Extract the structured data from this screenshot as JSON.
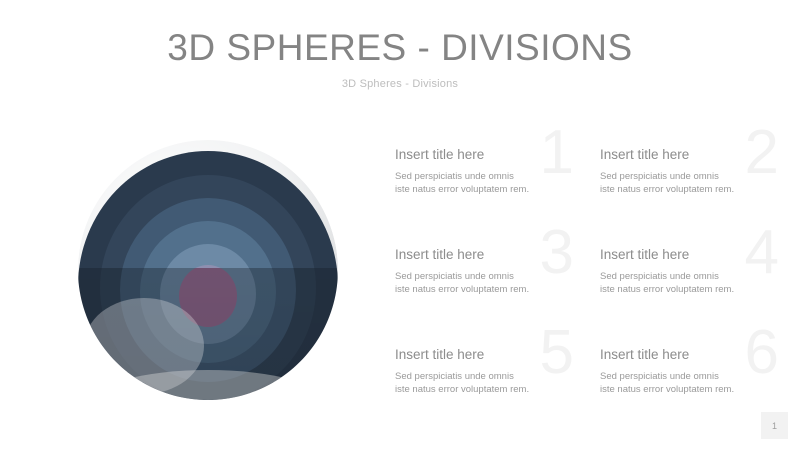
{
  "slide": {
    "title": "3D SPHERES - DIVISIONS",
    "subtitle": "3D Spheres - Divisions",
    "page_number": "1",
    "background_color": "#ffffff",
    "title_color": "#848484",
    "subtitle_color": "#bdbdbd"
  },
  "graphic": {
    "name": "3d-sphere-divisions",
    "type": "cutaway-layered-sphere",
    "layer_count": 6,
    "lower_hemisphere_colors": [
      "#ffffff",
      "#e3e4e6",
      "#d2d4d6"
    ],
    "layers": [
      {
        "index": 1,
        "color": "#2a3a4d",
        "cut_color": "#1e2c3b"
      },
      {
        "index": 2,
        "color": "#33455a",
        "cut_color": "#26real"
      },
      {
        "index": 3,
        "color": "#415a74",
        "cut_color": "#2f4257"
      },
      {
        "index": 4,
        "color": "#52708c",
        "cut_color": "#3c546c"
      },
      {
        "index": 5,
        "color": "#6d8aa6",
        "cut_color": "#4f6a84"
      },
      {
        "index": 6,
        "color": "#8e8fb0",
        "cut_color": "#7b5a77"
      }
    ],
    "core_color": "#8e8fb0",
    "core_cut_color": "#7b5a77"
  },
  "items": [
    {
      "number": "1",
      "title": "Insert title here",
      "body_line_1": "Sed perspiciatis unde omnis",
      "body_line_2": "iste natus error voluptatem rem."
    },
    {
      "number": "2",
      "title": "Insert title here",
      "body_line_1": "Sed perspiciatis unde omnis",
      "body_line_2": "iste natus error voluptatem rem."
    },
    {
      "number": "3",
      "title": "Insert title here",
      "body_line_1": "Sed perspiciatis unde omnis",
      "body_line_2": "iste natus error voluptatem rem."
    },
    {
      "number": "4",
      "title": "Insert title here",
      "body_line_1": "Sed perspiciatis unde omnis",
      "body_line_2": "iste natus error voluptatem rem."
    },
    {
      "number": "5",
      "title": "Insert title here",
      "body_line_1": "Sed perspiciatis unde omnis",
      "body_line_2": "iste natus error voluptatem rem."
    },
    {
      "number": "6",
      "title": "Insert title here",
      "body_line_1": "Sed perspiciatis unde omnis",
      "body_line_2": "iste natus error voluptatem rem."
    }
  ]
}
